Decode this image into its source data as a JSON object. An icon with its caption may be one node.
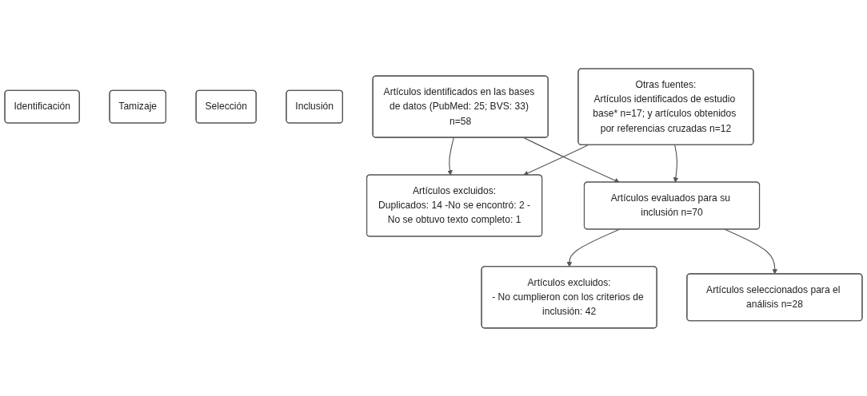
{
  "diagram": {
    "nodes": [
      {
        "text": [
          "Identificación"
        ]
      },
      {
        "text": [
          "Tamizaje"
        ]
      },
      {
        "text": [
          "Selección"
        ]
      },
      {
        "text": [
          "Inclusión"
        ]
      },
      {
        "text": [
          "Artículos identificados en las bases de datos (PubMed: 25; BVS: 33) n=58"
        ]
      },
      {
        "text": [
          "Otras fuentes:",
          "Artículos identificados de estudio base* n=17; y artículos obtenidos por referencias cruzadas n=12"
        ]
      },
      {
        "text": [
          "Artículos excluidos:",
          "Duplicados: 14 -No se encontró: 2 -No se obtuvo texto completo: 1"
        ]
      },
      {
        "text": [
          "Artículos evaluados para su inclusión n=70"
        ]
      },
      {
        "text": [
          "Artículos excluidos:",
          "- No cumplieron con los criterios de inclusión: 42"
        ]
      },
      {
        "text": [
          "Artículos seleccionados para el análisis n=28"
        ]
      }
    ],
    "edges": [
      {
        "from": 4,
        "to": 7,
        "arrow": "to"
      },
      {
        "from": 5,
        "to": 7,
        "arrow": "to"
      },
      {
        "from": 4,
        "to": 6,
        "arrow": "to"
      },
      {
        "from": 5,
        "to": 6,
        "arrow": "to"
      },
      {
        "from": 7,
        "to": 8,
        "arrow": "to"
      },
      {
        "from": 7,
        "to": 9,
        "arrow": "to"
      }
    ]
  }
}
